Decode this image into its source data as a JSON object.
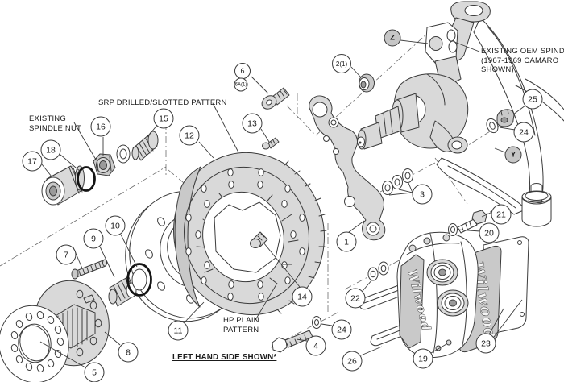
{
  "colors": {
    "line": "#3b3b3b",
    "shade_light": "#d9d9d9",
    "shade_mid": "#c9c9c9",
    "background": "#ffffff",
    "callout_shaded": "#c6c6c6"
  },
  "callouts": [
    "1",
    "2(1)",
    "3",
    "4",
    "5",
    "6",
    "6A(1)",
    "7",
    "8",
    "9",
    "10",
    "11",
    "12",
    "13",
    "14",
    "15",
    "16",
    "17",
    "18",
    "19",
    "20",
    "21",
    "22",
    "23",
    "24",
    "24",
    "25",
    "26",
    "Y",
    "Z"
  ],
  "labels": {
    "srp_pattern": {
      "lines": [
        "SRP DRILLED/SLOTTED PATTERN"
      ]
    },
    "existing_spindle_nut": {
      "lines": [
        "EXISTING",
        "SPINDLE NUT"
      ]
    },
    "existing_oem_spindle": {
      "lines": [
        "EXISTING OEM SPINDLE*",
        "(1967-1969 CAMARO",
        "SHOWN)"
      ]
    },
    "hp_plain": {
      "lines": [
        "HP PLAIN",
        "PATTERN"
      ]
    },
    "left_hand_side": {
      "lines": [
        "LEFT HAND SIDE SHOWN*"
      ]
    }
  },
  "logos": {
    "caliper": "Wilwood",
    "pad": "Wilwood"
  }
}
